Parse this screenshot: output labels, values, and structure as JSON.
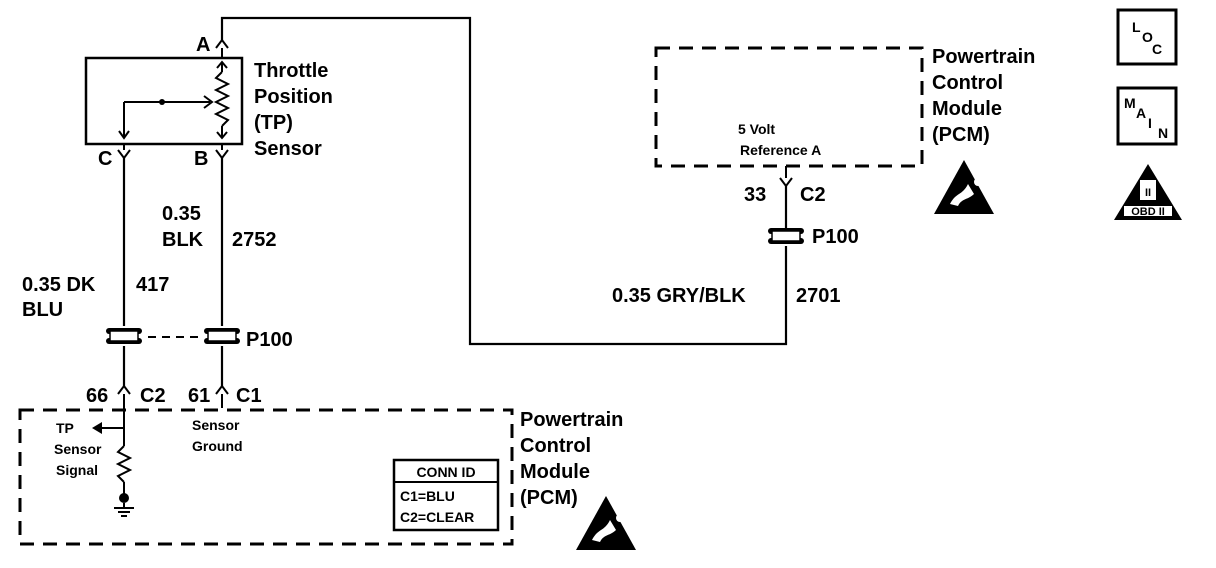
{
  "sensor": {
    "name_line1": "Throttle",
    "name_line2": "Position",
    "name_line3": "(TP)",
    "name_line4": "Sensor",
    "pin_a": "A",
    "pin_b": "B",
    "pin_c": "C"
  },
  "wire_417": {
    "size_line1": "0.35 DK",
    "size_line2": "BLU",
    "circuit": "417"
  },
  "wire_2752": {
    "size_line1": "0.35",
    "size_line2": "BLK",
    "circuit": "2752"
  },
  "wire_2701": {
    "size": "0.35 GRY/BLK",
    "circuit": "2701"
  },
  "connectors": {
    "p100_left": "P100",
    "p100_right": "P100",
    "pin66": "66",
    "c2_left": "C2",
    "pin61": "61",
    "c1_left": "C1",
    "pin33": "33",
    "c2_right": "C2"
  },
  "pcm_top": {
    "line1": "Powertrain",
    "line2": "Control",
    "line3": "Module",
    "line4": "(PCM)",
    "ref_line1": "5 Volt",
    "ref_line2": "Reference A"
  },
  "pcm_bottom": {
    "line1": "Powertrain",
    "line2": "Control",
    "line3": "Module",
    "line4": "(PCM)",
    "tp_line1": "TP",
    "tp_line2": "Sensor",
    "tp_line3": "Signal",
    "gnd_line1": "Sensor",
    "gnd_line2": "Ground"
  },
  "conn_id": {
    "title": "CONN ID",
    "c1": "C1=BLU",
    "c2": "C2=CLEAR"
  },
  "icons": {
    "loc": {
      "l": "L",
      "o": "O",
      "c": "C"
    },
    "main": {
      "m": "M",
      "a": "A",
      "i": "I",
      "n": "N"
    },
    "obd": {
      "top": "II",
      "bottom": "OBD II"
    }
  }
}
